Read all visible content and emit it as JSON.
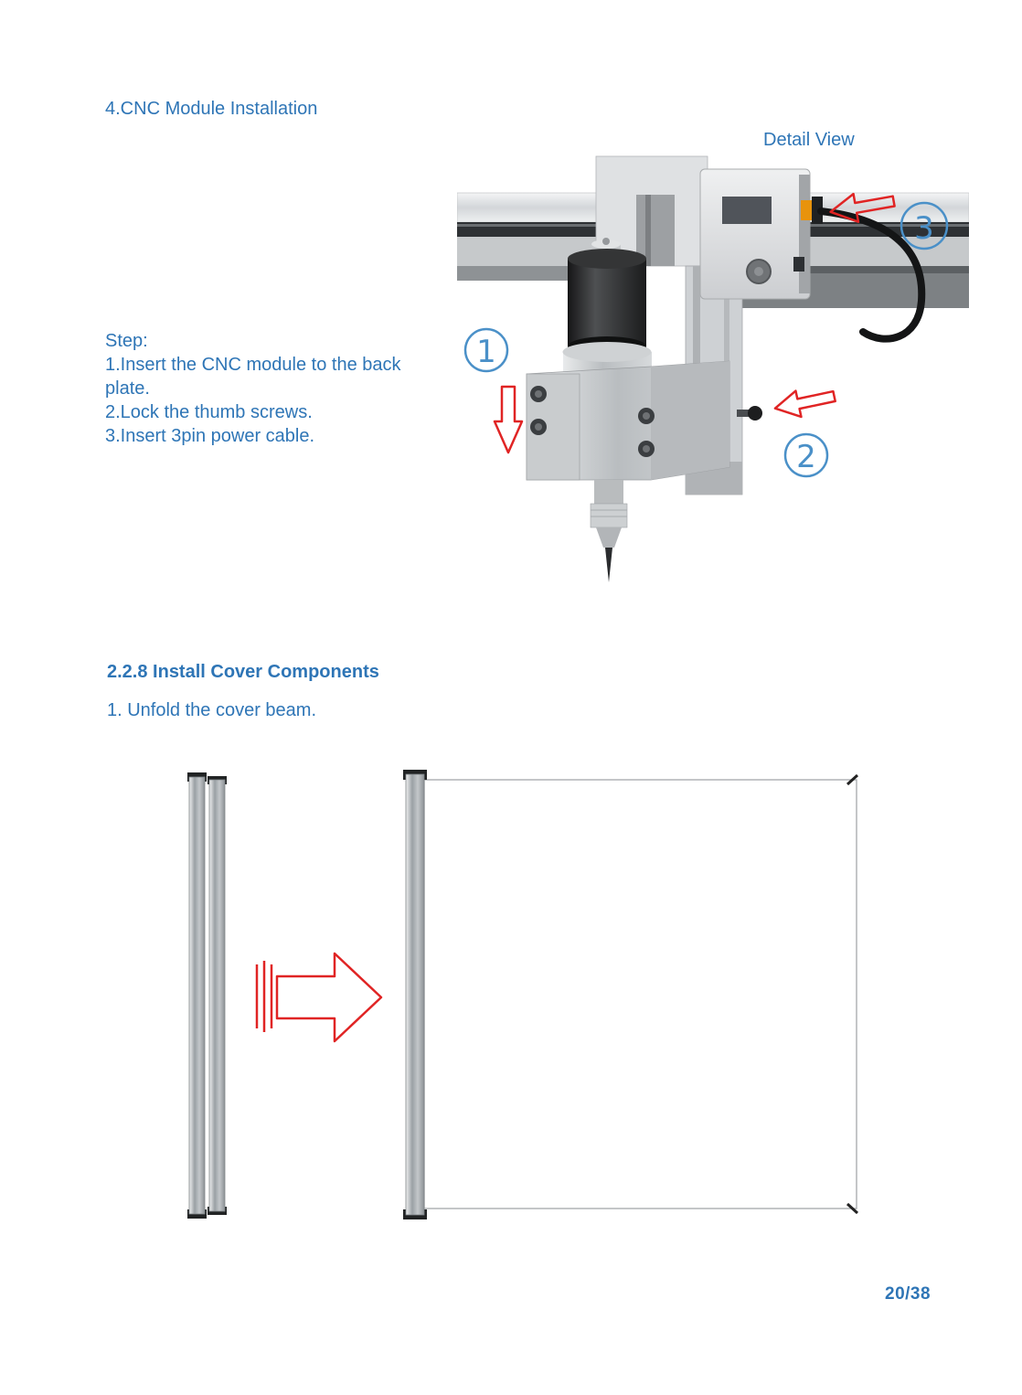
{
  "document": {
    "section_title": "4.CNC Module Installation",
    "detail_label": "Detail View",
    "step_block": {
      "heading": "Step:",
      "step1": "1.Insert the CNC module to the back plate.",
      "step2": "2.Lock the thumb screws.",
      "step3": "3.Insert 3pin power cable."
    },
    "callouts": [
      "1",
      "2",
      "3"
    ],
    "subsection_title": "2.2.8 Install Cover Components",
    "unfold_instruction": "1. Unfold the cover beam.",
    "page_number": "20/38"
  },
  "icons": {
    "down_arrow": "red outline arrow pointing down (insert module)",
    "left_arrow_2": "red outline arrow pointing left (lock thumb screws)",
    "left_arrow_3": "red outline arrow pointing left (insert power cable)",
    "unfold_arrow": "red outline arrow pointing right (unfold cover beam)"
  },
  "colors": {
    "text_blue": "#2E75B6",
    "callout_blue": "#4A90C8",
    "arrow_red": "#E02424"
  }
}
